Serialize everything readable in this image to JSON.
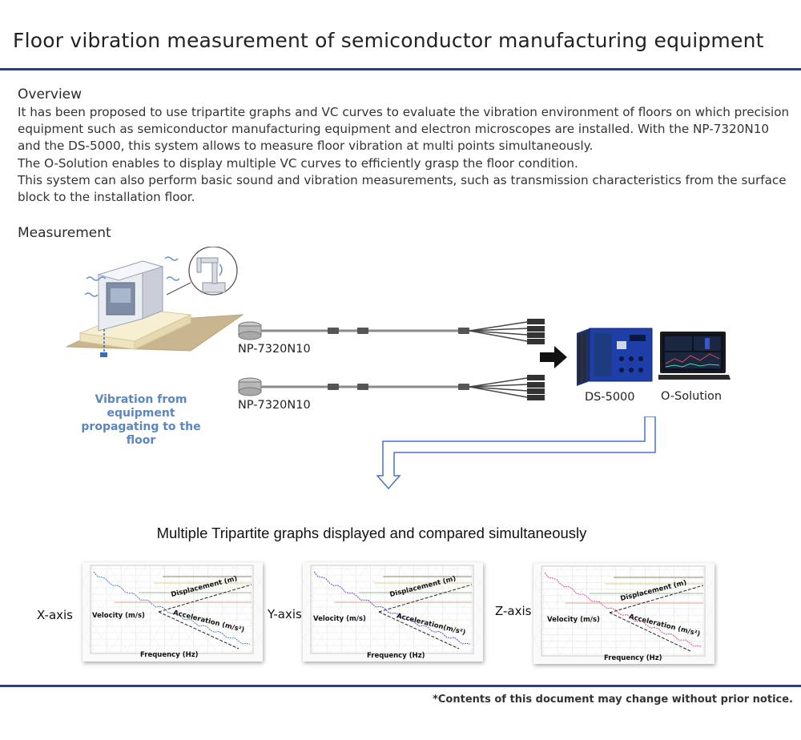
{
  "header": {
    "title": "Floor vibration measurement of semiconductor manufacturing equipment"
  },
  "overview": {
    "heading": "Overview",
    "paragraphs": [
      "It has been proposed to use tripartite graphs and VC curves to evaluate the vibration environment of floors on which precision equipment such as semiconductor manufacturing equipment and electron microscopes are installed. With the NP-7320N10 and the DS-5000, this system allows to measure floor vibration at multi points simultaneously.",
      "The O-Solution enables to display multiple VC curves to efficiently grasp the floor condition.",
      "This system can also perform basic sound and vibration measurements, such as transmission characteristics from the surface block to the installation floor."
    ]
  },
  "measurement": {
    "heading": "Measurement",
    "sensor1_label": "NP-7320N10",
    "sensor2_label": "NP-7320N10",
    "daq_label": "DS-5000",
    "pc_label": "O-Solution",
    "caption": "Vibration from equipment propagating to the floor"
  },
  "graphs": {
    "title": "Multiple Tripartite graphs displayed and compared simultaneously",
    "items": [
      {
        "axis": "X-axis",
        "displacement": "Displacement (m)",
        "velocity": "Velocity (m/s)",
        "acceleration": "Acceleration (m/s²)",
        "frequency": "Frequency (Hz)",
        "curve_color": "#4a7fd4"
      },
      {
        "axis": "Y-axis",
        "displacement": "Displacement (m)",
        "velocity": "Velocity (m/s)",
        "acceleration": "Acceleration(m/s²)",
        "frequency": "Frequency (Hz)",
        "curve_color": "#5a4fc9"
      },
      {
        "axis": "Z-axis",
        "displacement": "Displacement (m)",
        "velocity": "Velocity (m/s)",
        "acceleration": "Acceleration (m/s²)",
        "frequency": "Frequency (Hz)",
        "curve_color": "#d44f9a"
      }
    ]
  },
  "footer": {
    "note": "*Contents of this document may change without prior notice."
  },
  "colors": {
    "rule": "#1f3f8f",
    "caption": "#5b86bf",
    "arrow": "#4a72c4"
  }
}
